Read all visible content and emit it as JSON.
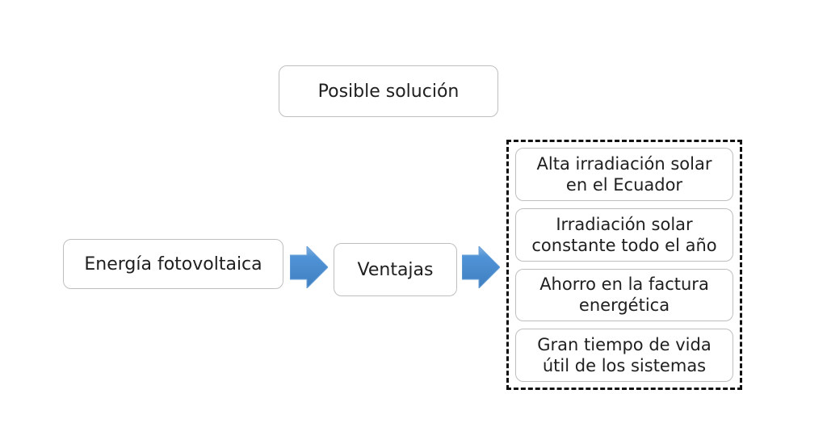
{
  "title_box": {
    "label": "Posible solución"
  },
  "flow": {
    "source_box": {
      "label": "Energía fotovoltaica"
    },
    "ventajas_box": {
      "label": "Ventajas"
    }
  },
  "advantages": {
    "items": [
      {
        "label": "Alta irradiación solar en el Ecuador",
        "lines": [
          "Alta irradiación solar",
          "en el Ecuador"
        ]
      },
      {
        "label": "Irradiación solar constante todo el año",
        "lines": [
          "Irradiación solar",
          "constante todo el año"
        ]
      },
      {
        "label": "Ahorro en la factura energética",
        "lines": [
          "Ahorro en la factura",
          "energética"
        ]
      },
      {
        "label": "Gran tiempo de vida útil de los sistemas",
        "lines": [
          "Gran tiempo de vida",
          "útil de los sistemas"
        ]
      }
    ]
  },
  "icons": {
    "flow_arrow": "right-block-arrow"
  },
  "colors": {
    "arrow_gradient_top": "#85b1e0",
    "arrow_gradient_mid": "#5093d6",
    "arrow_gradient_bottom": "#3f7fc0",
    "arrow_outline": "#6ca2d8",
    "box_border": "#bfbfbf",
    "group_dashed_border": "#111111",
    "text": "#202020",
    "background": "#ffffff"
  }
}
